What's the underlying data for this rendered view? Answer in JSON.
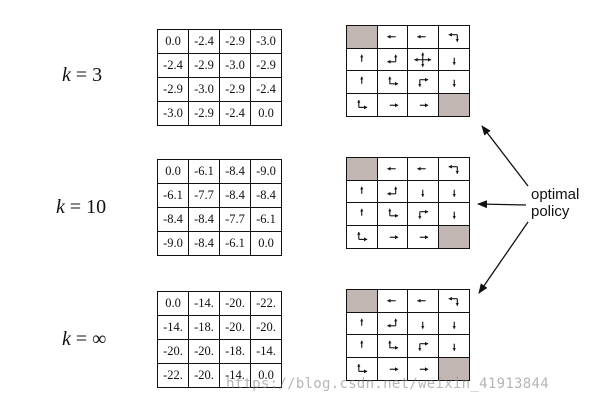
{
  "caption": {
    "line1": "optimal",
    "line2": "policy"
  },
  "watermark": "https://blog.csdn.net/weixin_41913844",
  "terminal_color": "#c2b6b3",
  "panels": [
    {
      "k_label": "3",
      "values": [
        [
          "0.0",
          "-2.4",
          "-2.9",
          "-3.0"
        ],
        [
          "-2.4",
          "-2.9",
          "-3.0",
          "-2.9"
        ],
        [
          "-2.9",
          "-3.0",
          "-2.9",
          "-2.4"
        ],
        [
          "-3.0",
          "-2.9",
          "-2.4",
          "0.0"
        ]
      ],
      "policy": [
        [
          "terminal",
          "left",
          "left",
          "left-down"
        ],
        [
          "up",
          "up-left",
          "up-left-down-right",
          "down"
        ],
        [
          "up",
          "up-right",
          "down-right",
          "down"
        ],
        [
          "up-right",
          "right",
          "right",
          "terminal"
        ]
      ]
    },
    {
      "k_label": "10",
      "values": [
        [
          "0.0",
          "-6.1",
          "-8.4",
          "-9.0"
        ],
        [
          "-6.1",
          "-7.7",
          "-8.4",
          "-8.4"
        ],
        [
          "-8.4",
          "-8.4",
          "-7.7",
          "-6.1"
        ],
        [
          "-9.0",
          "-8.4",
          "-6.1",
          "0.0"
        ]
      ],
      "policy": [
        [
          "terminal",
          "left",
          "left",
          "left-down"
        ],
        [
          "up",
          "up-left",
          "down",
          "down"
        ],
        [
          "up",
          "up-right",
          "down-right",
          "down"
        ],
        [
          "up-right",
          "right",
          "right",
          "terminal"
        ]
      ]
    },
    {
      "k_label": "∞",
      "values": [
        [
          "0.0",
          "-14.",
          "-20.",
          "-22."
        ],
        [
          "-14.",
          "-18.",
          "-20.",
          "-20."
        ],
        [
          "-20.",
          "-20.",
          "-18.",
          "-14."
        ],
        [
          "-22.",
          "-20.",
          "-14.",
          "0.0"
        ]
      ],
      "policy": [
        [
          "terminal",
          "left",
          "left",
          "left-down"
        ],
        [
          "up",
          "up-left",
          "down",
          "down"
        ],
        [
          "up",
          "up-right",
          "down-right",
          "down"
        ],
        [
          "up-right",
          "right",
          "right",
          "terminal"
        ]
      ]
    }
  ]
}
